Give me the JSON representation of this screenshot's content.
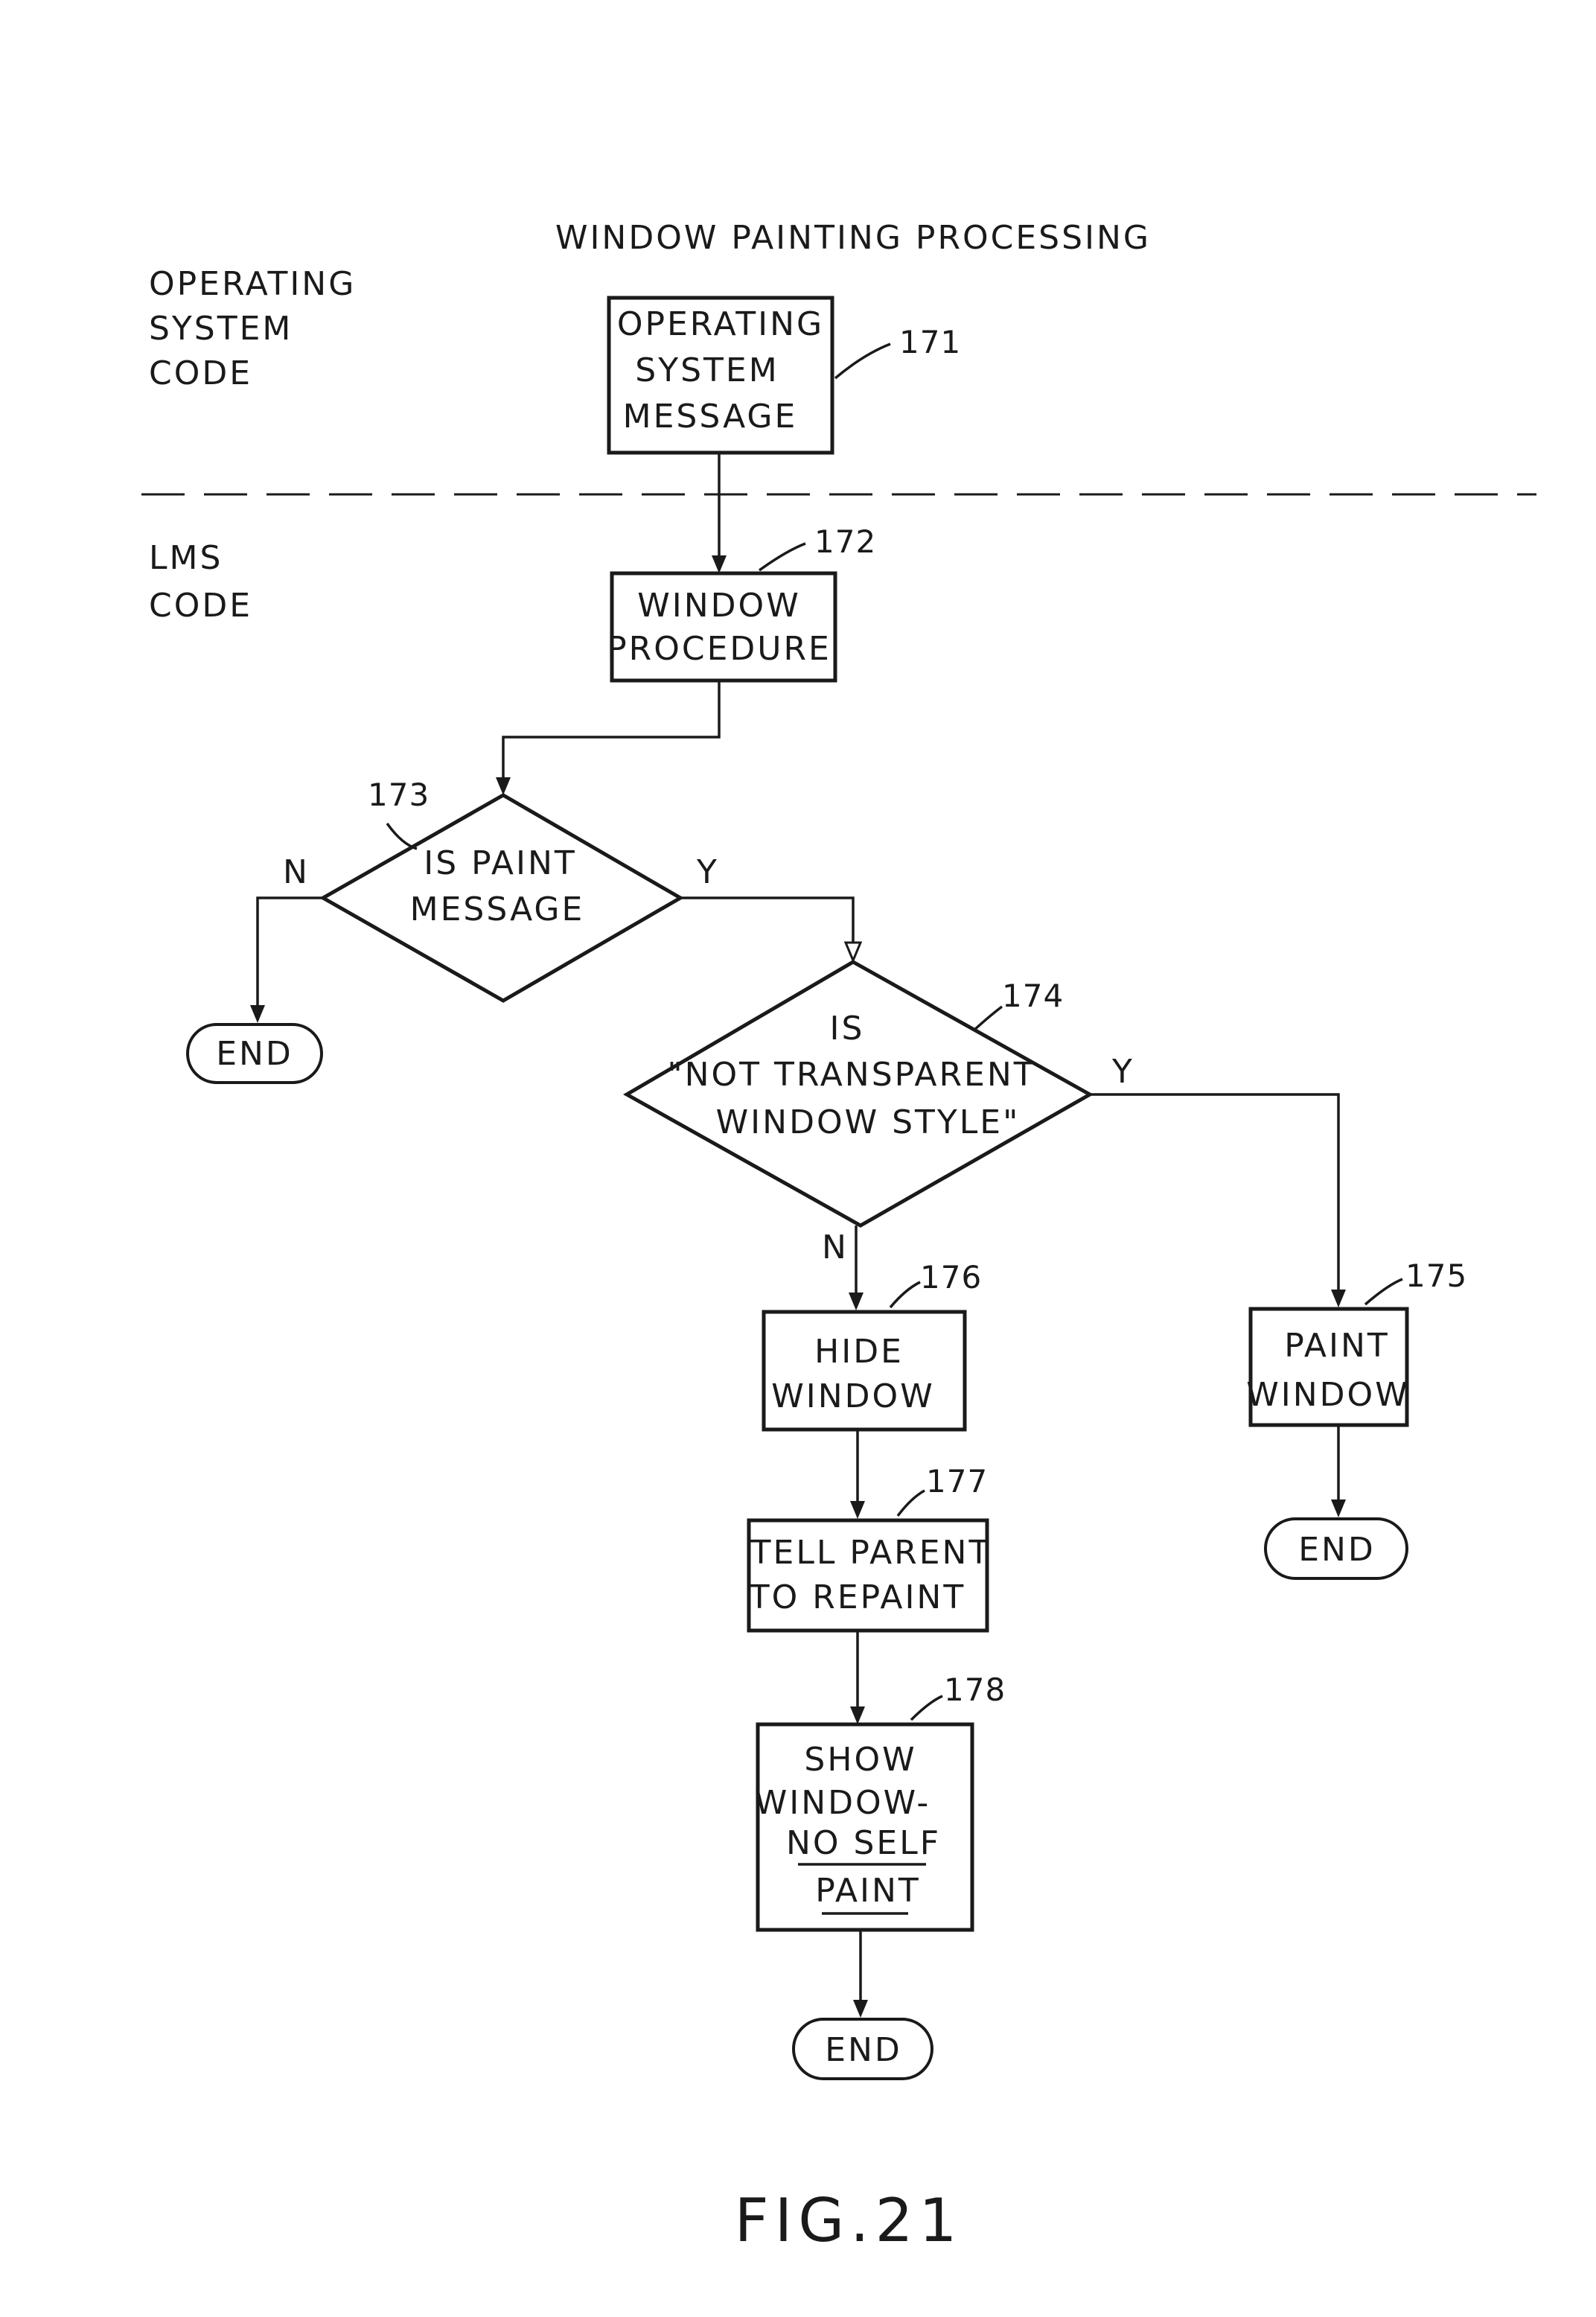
{
  "title": "WINDOW PAINTING PROCESSING",
  "regions": {
    "operating_system_code": [
      "OPERATING",
      "SYSTEM",
      "CODE"
    ],
    "lms_code": [
      "LMS",
      "CODE"
    ]
  },
  "nodes": {
    "n171": {
      "ref": "171",
      "lines": [
        "OPERATING",
        "SYSTEM",
        "MESSAGE"
      ]
    },
    "n172": {
      "ref": "172",
      "lines": [
        "WINDOW",
        "PROCEDURE"
      ]
    },
    "n173": {
      "ref": "173",
      "lines": [
        "IS PAINT",
        "MESSAGE"
      ]
    },
    "n174": {
      "ref": "174",
      "lines": [
        "IS",
        "\"NOT TRANSPARENT",
        "WINDOW STYLE\""
      ]
    },
    "n175": {
      "ref": "175",
      "lines": [
        "PAINT",
        "WINDOW"
      ]
    },
    "n176": {
      "ref": "176",
      "lines": [
        "HIDE",
        "WINDOW"
      ]
    },
    "n177": {
      "ref": "177",
      "lines": [
        "TELL PARENT",
        "TO REPAINT"
      ]
    },
    "n178": {
      "ref": "178",
      "lines": [
        "SHOW",
        "WINDOW-",
        "NO SELF",
        "PAINT"
      ]
    }
  },
  "terminals": {
    "end_left": "END",
    "end_right": "END",
    "end_bottom": "END"
  },
  "branch_labels": {
    "n173_no": "N",
    "n173_yes": "Y",
    "n174_yes": "Y",
    "n174_no": "N"
  },
  "figure_label": "FIG.21"
}
